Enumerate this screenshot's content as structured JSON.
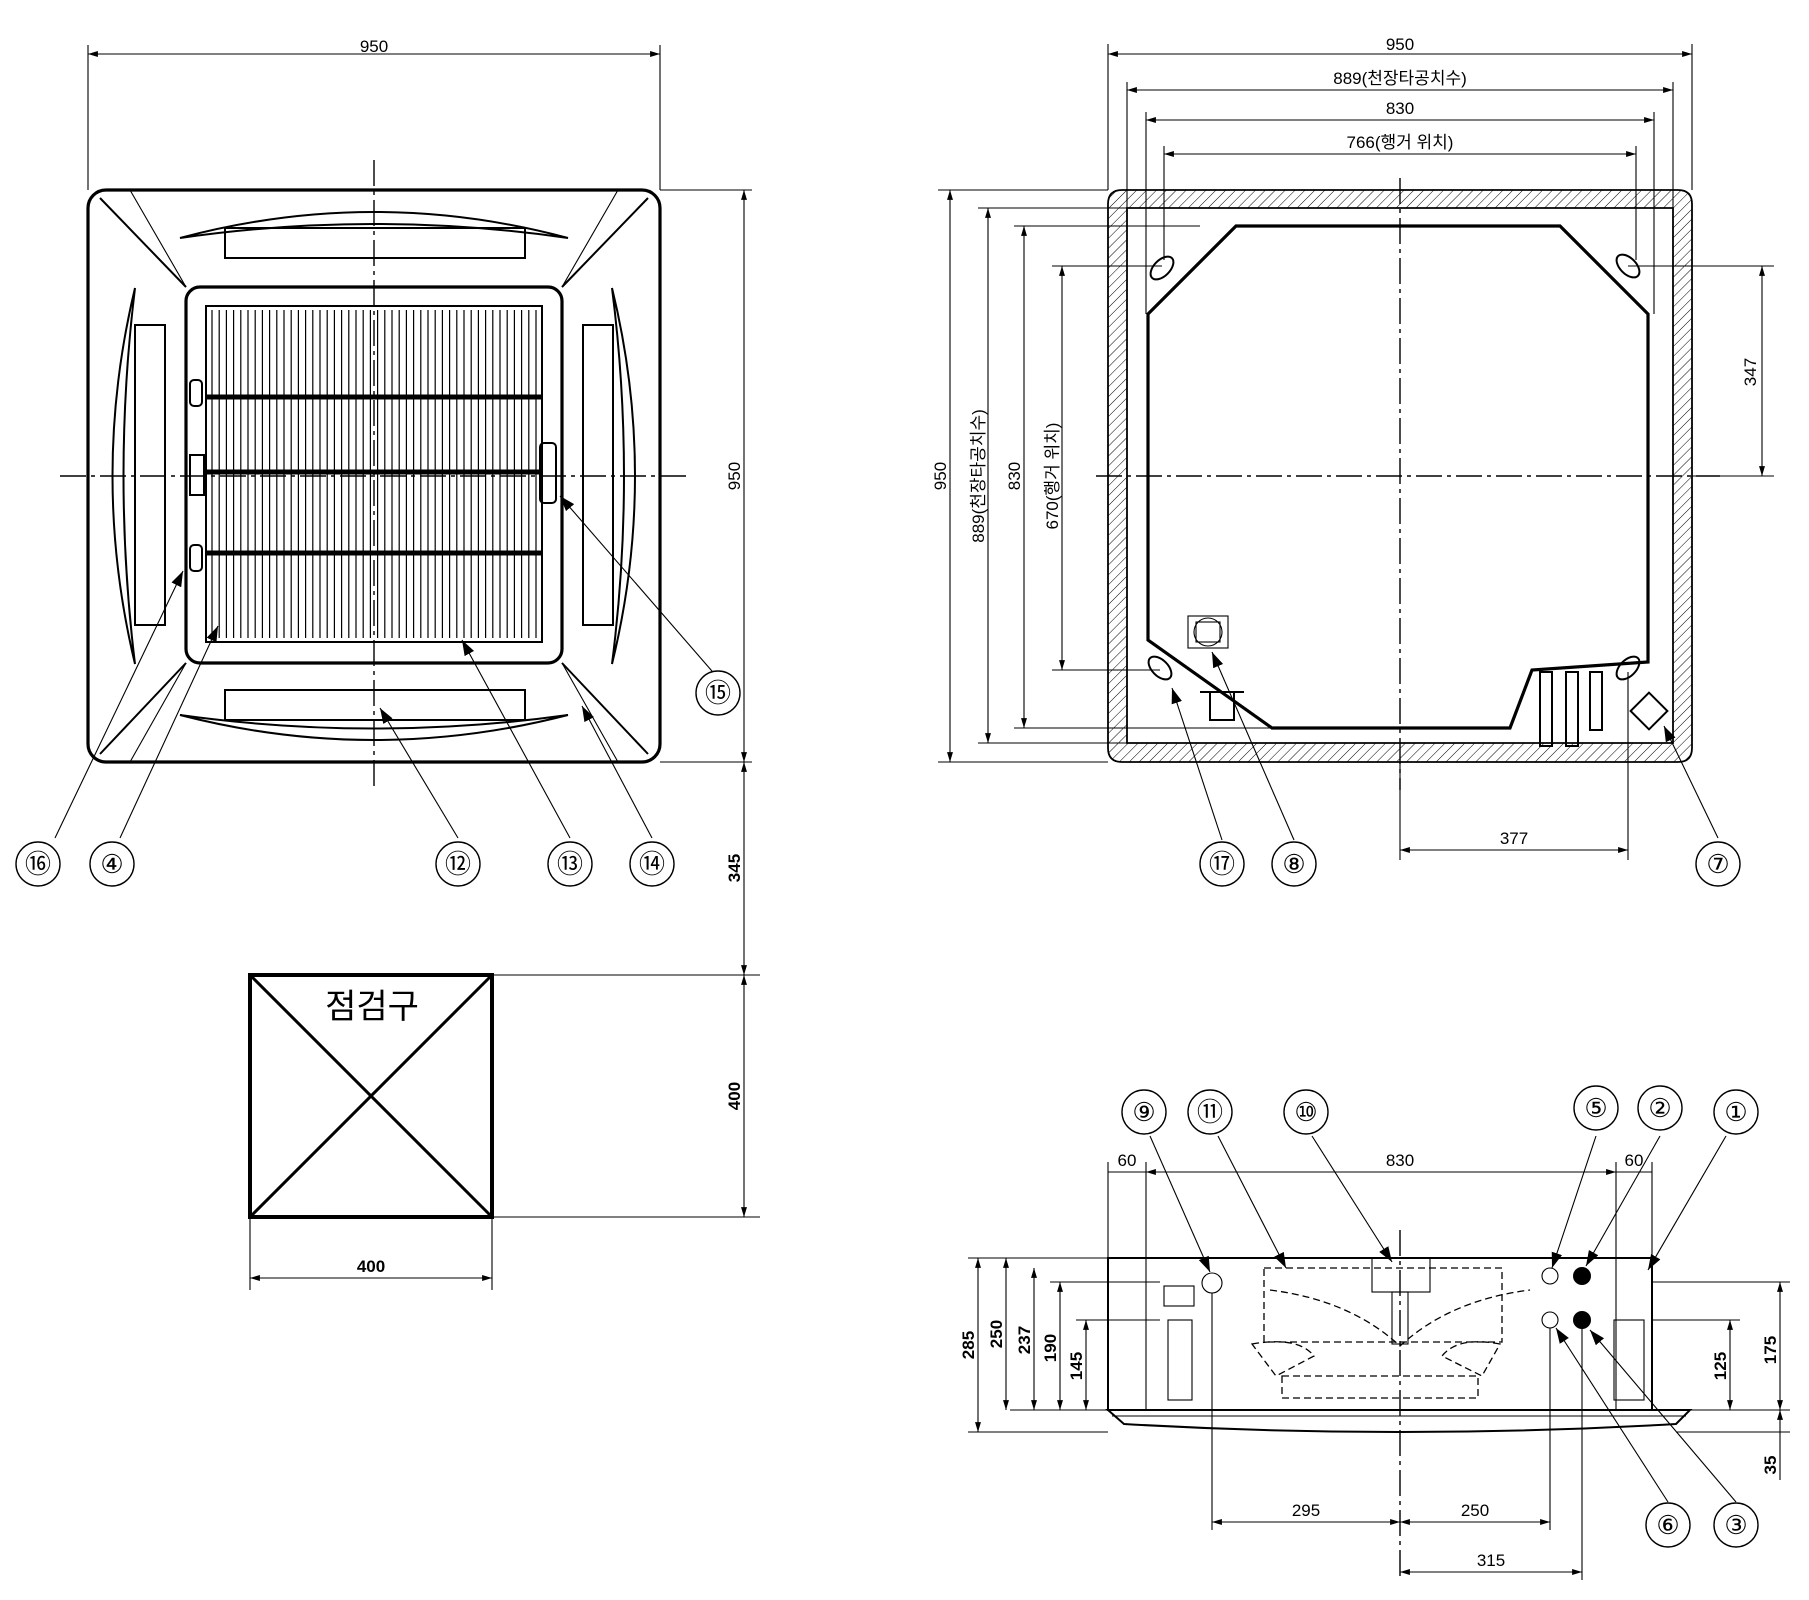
{
  "top_view": {
    "width_dim": "950",
    "height_dim": "950",
    "drop_dim": "345",
    "balloons": [
      "⑯",
      "④",
      "⑫",
      "⑬",
      "⑭",
      "⑮"
    ]
  },
  "inspection_port": {
    "label": "점검구",
    "width_dim": "400",
    "height_dim": "400"
  },
  "ceiling_view": {
    "width_950": "950",
    "width_889": "889(천장타공치수)",
    "width_830": "830",
    "width_766": "766(행거 위치)",
    "height_950": "950",
    "height_889": "889(천장타공치수)",
    "height_830": "830",
    "height_670": "670(행거 위치)",
    "dim_347": "347",
    "dim_377": "377",
    "balloons": [
      "⑰",
      "⑧",
      "⑦"
    ]
  },
  "side_view": {
    "top_830": "830",
    "left_60": "60",
    "right_60": "60",
    "h_285": "285",
    "h_250": "250",
    "h_237": "237",
    "h_190": "190",
    "h_145": "145",
    "h_175": "175",
    "h_125": "125",
    "h_35": "35",
    "b_295": "295",
    "b_250": "250",
    "b_315": "315",
    "balloons_top": [
      "⑨",
      "⑪",
      "⑩",
      "⑤",
      "②",
      "①"
    ],
    "balloons_bottom": [
      "⑥",
      "③"
    ]
  }
}
